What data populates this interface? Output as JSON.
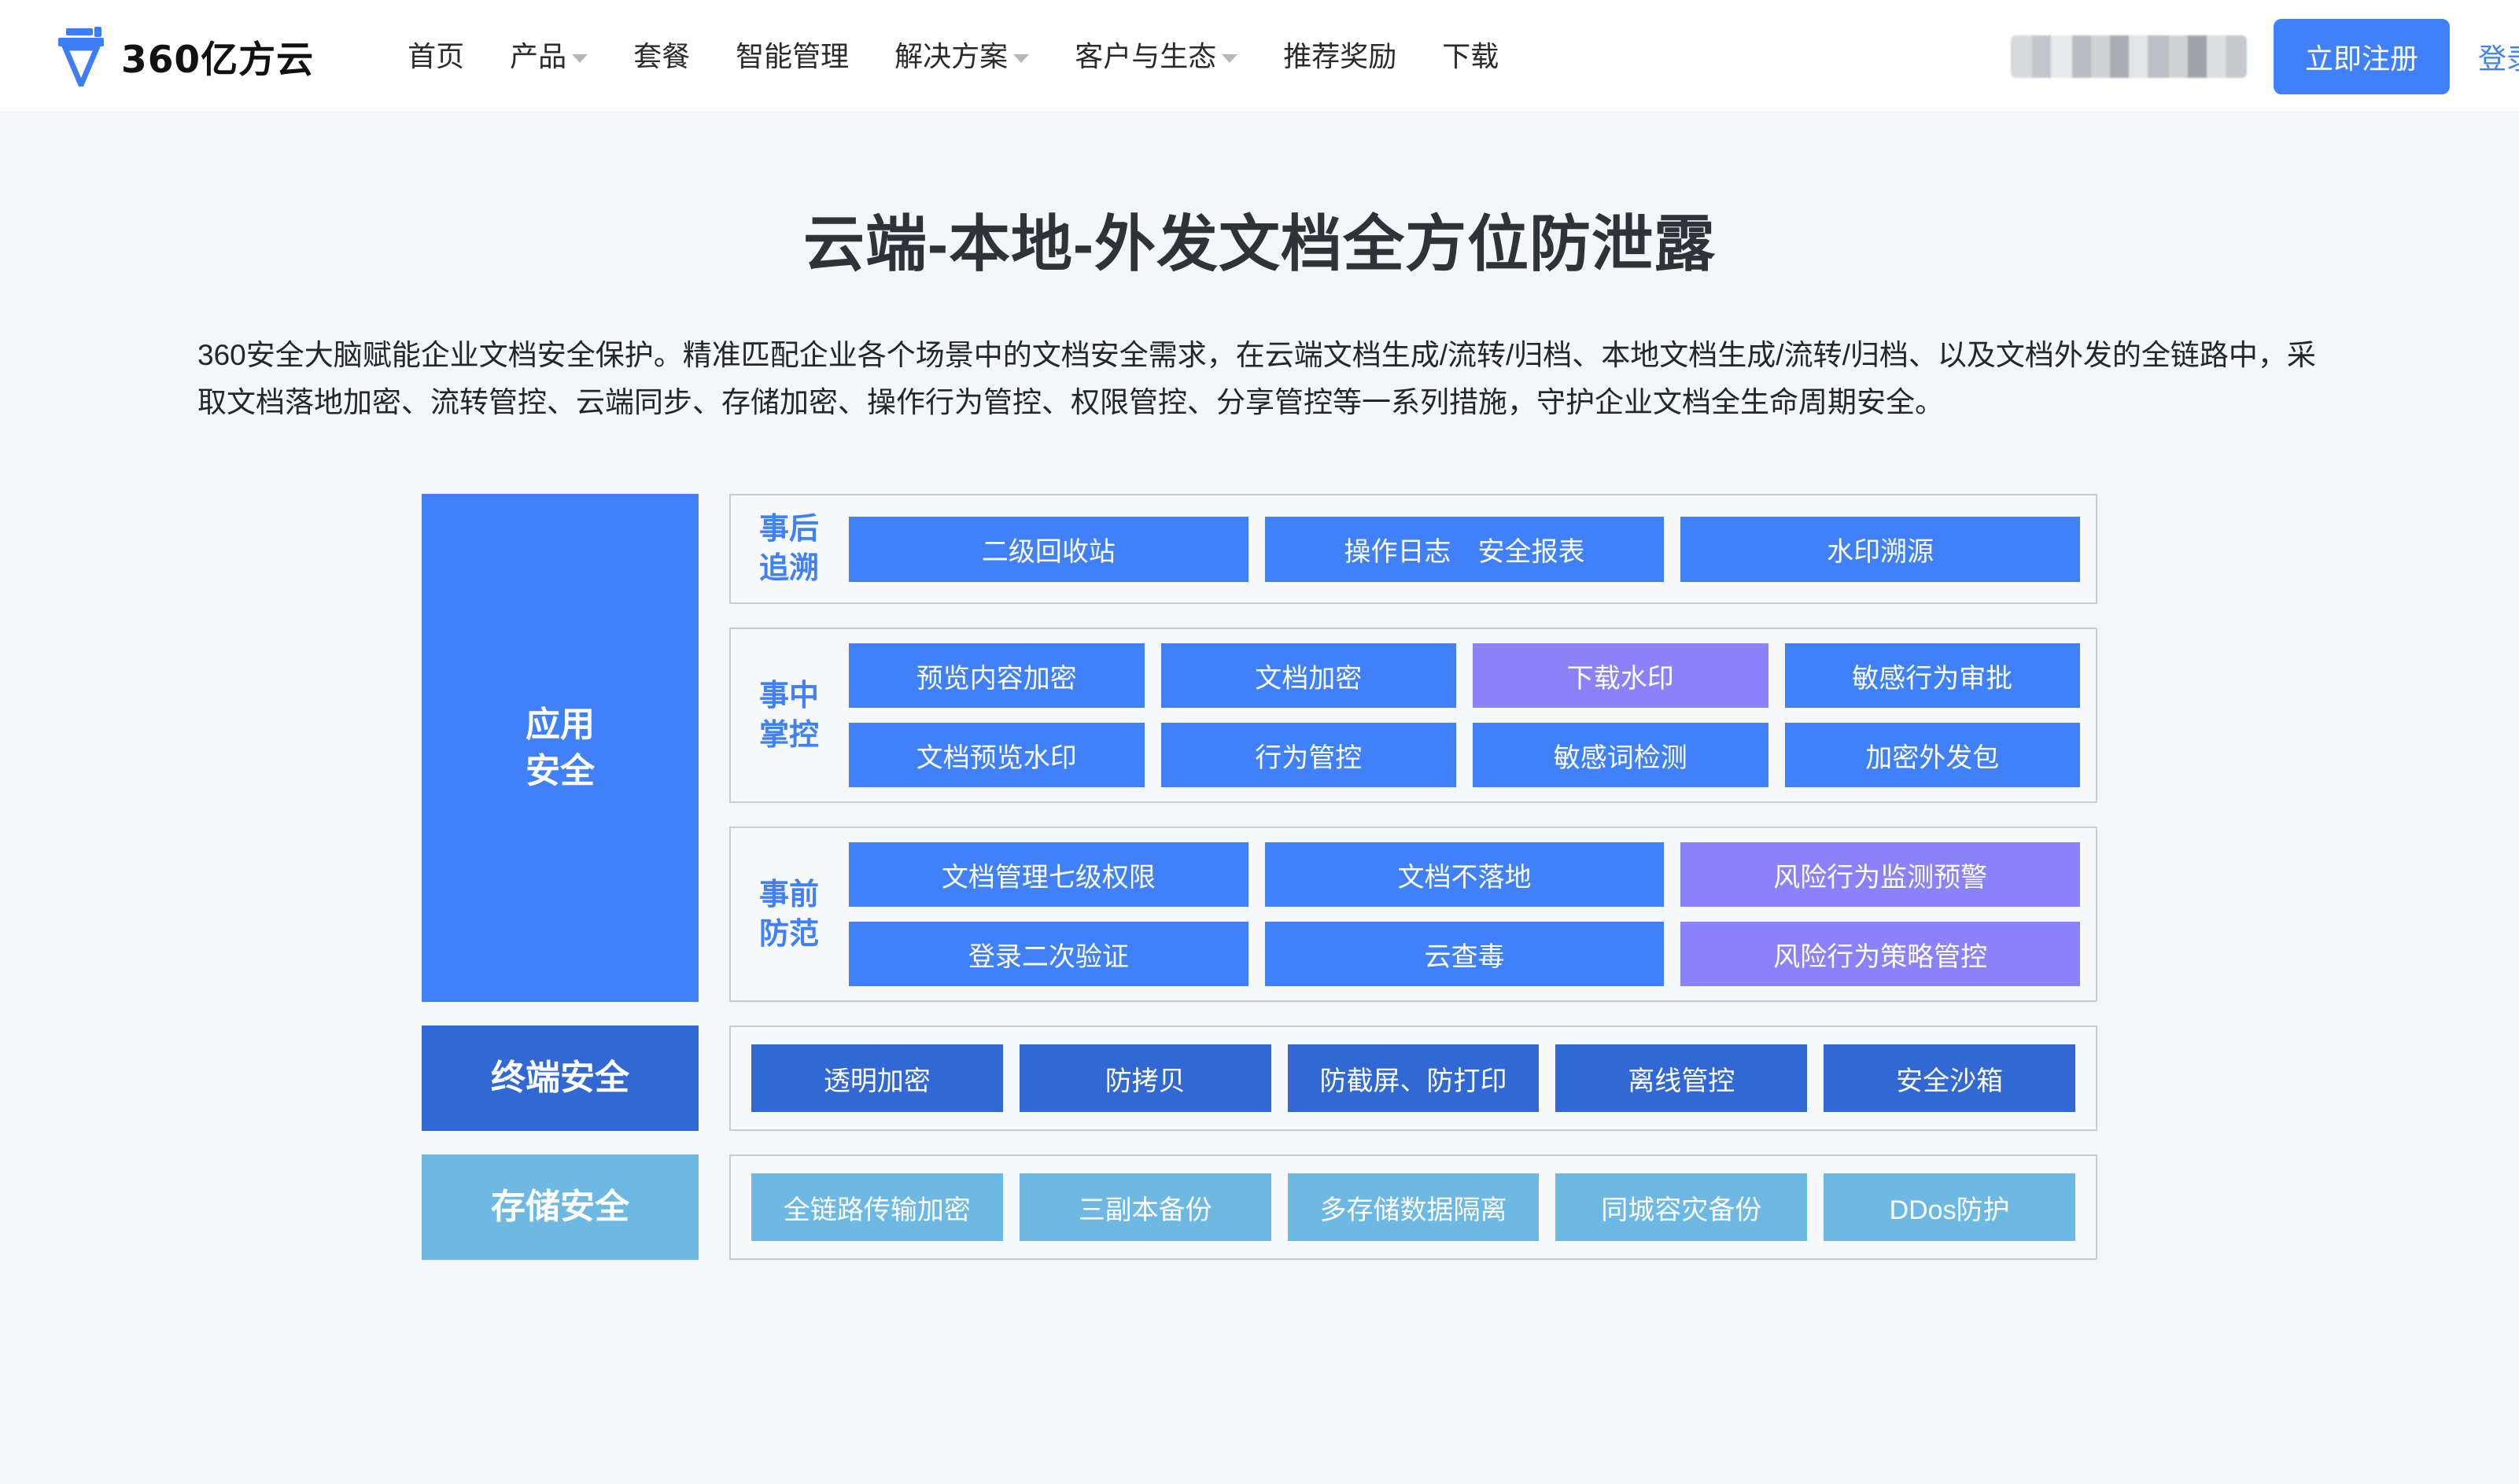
{
  "nav": {
    "logo_text": "360亿方云",
    "logo_icon": "360yifangyun-logo-icon",
    "menu": [
      {
        "label": "首页",
        "has_caret": false
      },
      {
        "label": "产品",
        "has_caret": true
      },
      {
        "label": "套餐",
        "has_caret": false
      },
      {
        "label": "智能管理",
        "has_caret": false
      },
      {
        "label": "解决方案",
        "has_caret": true
      },
      {
        "label": "客户与生态",
        "has_caret": true
      },
      {
        "label": "推荐奖励",
        "has_caret": false
      },
      {
        "label": "下载",
        "has_caret": false
      }
    ],
    "register_label": "立即注册",
    "login_label": "登录",
    "accent_color": "#4080f8"
  },
  "hero": {
    "title": "云端-本地-外发文档全方位防泄露",
    "description": "360安全大脑赋能企业文档安全保护。精准匹配企业各个场景中的文档安全需求，在云端文档生成/流转/归档、本地文档生成/流转/归档、以及文档外发的全链路中，采取文档落地加密、流转管控、云端同步、存储加密、操作行为管控、权限管控、分享管控等一系列措施，守护企业文档全生命周期安全。"
  },
  "colors": {
    "blue": "#4080f8",
    "purple": "#8a82f8",
    "dark_blue": "#3268d4",
    "light_blue": "#6eb8e4",
    "page_bg": "#f4f6fa",
    "group_border": "#c8cdd4"
  },
  "diagram": {
    "bands": [
      {
        "label": "应用\n安全",
        "label_line1": "应用",
        "label_line2": "安全",
        "label_color": "#4080f8",
        "groups": [
          {
            "label_line1": "事后",
            "label_line2": "追溯",
            "rows": [
              [
                {
                  "text": "二级回收站",
                  "color": "blue"
                },
                {
                  "text": "操作日志　安全报表",
                  "color": "blue"
                },
                {
                  "text": "水印溯源",
                  "color": "blue"
                }
              ]
            ]
          },
          {
            "label_line1": "事中",
            "label_line2": "掌控",
            "rows": [
              [
                {
                  "text": "预览内容加密",
                  "color": "blue"
                },
                {
                  "text": "文档加密",
                  "color": "blue"
                },
                {
                  "text": "下载水印",
                  "color": "purple"
                },
                {
                  "text": "敏感行为审批",
                  "color": "blue"
                }
              ],
              [
                {
                  "text": "文档预览水印",
                  "color": "blue"
                },
                {
                  "text": "行为管控",
                  "color": "blue"
                },
                {
                  "text": "敏感词检测",
                  "color": "blue"
                },
                {
                  "text": "加密外发包",
                  "color": "blue"
                }
              ]
            ]
          },
          {
            "label_line1": "事前",
            "label_line2": "防范",
            "rows": [
              [
                {
                  "text": "文档管理七级权限",
                  "color": "blue"
                },
                {
                  "text": "文档不落地",
                  "color": "blue"
                },
                {
                  "text": "风险行为监测预警",
                  "color": "purple"
                }
              ],
              [
                {
                  "text": "登录二次验证",
                  "color": "blue"
                },
                {
                  "text": "云查毒",
                  "color": "blue"
                },
                {
                  "text": "风险行为策略管控",
                  "color": "purple"
                }
              ]
            ]
          }
        ]
      },
      {
        "label_line1": "终端安全",
        "label_color": "#3268d4",
        "groups": [
          {
            "rows": [
              [
                {
                  "text": "透明加密",
                  "color": "dark"
                },
                {
                  "text": "防拷贝",
                  "color": "dark"
                },
                {
                  "text": "防截屏、防打印",
                  "color": "dark"
                },
                {
                  "text": "离线管控",
                  "color": "dark"
                },
                {
                  "text": "安全沙箱",
                  "color": "dark"
                }
              ]
            ]
          }
        ]
      },
      {
        "label_line1": "存储安全",
        "label_color": "#6eb8e4",
        "groups": [
          {
            "rows": [
              [
                {
                  "text": "全链路传输加密",
                  "color": "light"
                },
                {
                  "text": "三副本备份",
                  "color": "light"
                },
                {
                  "text": "多存储数据隔离",
                  "color": "light"
                },
                {
                  "text": "同城容灾备份",
                  "color": "light"
                },
                {
                  "text": "DDos防护",
                  "color": "light"
                }
              ]
            ]
          }
        ]
      }
    ]
  }
}
